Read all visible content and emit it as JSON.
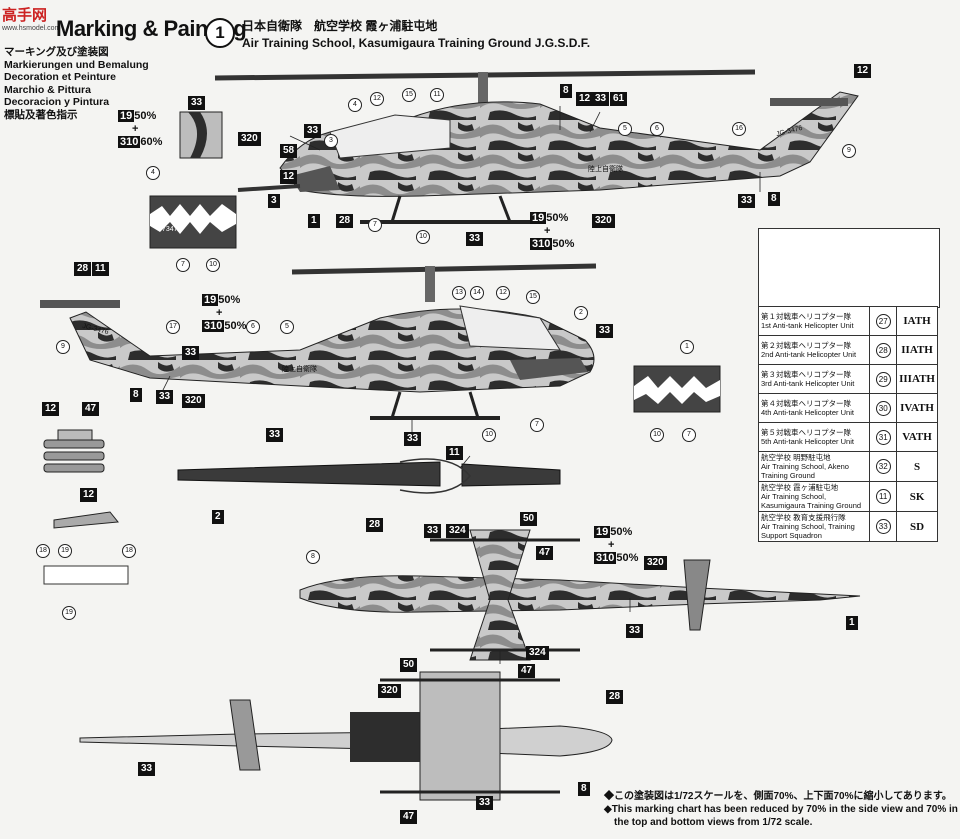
{
  "header": {
    "logo_text": "高手网",
    "logo_sub": "www.hsmodel.com",
    "title": "Marking & Painting",
    "languages": [
      "マーキング及び塗装図",
      "Markierungen und Bemalung",
      "Decoration et Peinture",
      "Marchio & Pittura",
      "Decoracion y Pintura",
      "標貼及著色指示"
    ],
    "scheme_number": "1",
    "scheme_title_jp": "日本自衛隊　航空学校 霞ヶ浦駐屯地",
    "scheme_title_en": "Air Training School, Kasumigaura Training Ground J.G.S.D.F."
  },
  "colors": {
    "camo_dark": "#2d2d2d",
    "camo_mid": "#8d8d8d",
    "camo_light": "#c9c9c9",
    "shark_mouth": "#5a5a5a",
    "ink": "#111111"
  },
  "color_mixes": {
    "top_left": {
      "a_code": "19",
      "a_pct": "50%",
      "plus": "+",
      "b_code": "310",
      "b_pct": "60%"
    },
    "side_upper": {
      "a_code": "19",
      "a_pct": "50%",
      "plus": "+",
      "b_code": "310",
      "b_pct": "50%"
    },
    "side_lower": {
      "a_code": "19",
      "a_pct": "50%",
      "plus": "+",
      "b_code": "310",
      "b_pct": "50%"
    },
    "plan_view": {
      "a_code": "19",
      "a_pct": "50%",
      "plus": "+",
      "b_code": "310",
      "b_pct": "50%"
    }
  },
  "callouts": {
    "c33": "33",
    "c320": "320",
    "c58": "58",
    "c12": "12",
    "c3": "3",
    "c1": "1",
    "c28": "28",
    "c8": "8",
    "c61": "61",
    "c2": "2",
    "c11": "11",
    "c47": "47",
    "c50": "50",
    "c324": "324"
  },
  "markings": {
    "serial": "JG-3476",
    "serial_side": "73476",
    "tail_text": "JG-3476",
    "fuselage_text": "陸上自衛隊"
  },
  "circle_refs": [
    "1",
    "2",
    "3",
    "4",
    "5",
    "6",
    "7",
    "8",
    "9",
    "10",
    "11",
    "12",
    "13",
    "14",
    "15",
    "16",
    "17",
    "18",
    "19"
  ],
  "units": [
    {
      "jp": "第１対戦車ヘリコプター隊",
      "en": "1st Anti-tank Helicopter Unit",
      "num": "27",
      "code": "IATH"
    },
    {
      "jp": "第２対戦車ヘリコプター隊",
      "en": "2nd Anti-tank Helicopter Unit",
      "num": "28",
      "code": "IIATH"
    },
    {
      "jp": "第３対戦車ヘリコプター隊",
      "en": "3rd Anti-tank Helicopter Unit",
      "num": "29",
      "code": "IIIATH"
    },
    {
      "jp": "第４対戦車ヘリコプター隊",
      "en": "4th Anti-tank Helicopter Unit",
      "num": "30",
      "code": "IVATH"
    },
    {
      "jp": "第５対戦車ヘリコプター隊",
      "en": "5th Anti-tank Helicopter Unit",
      "num": "31",
      "code": "VATH"
    },
    {
      "jp": "航空学校 明野駐屯地",
      "en": "Air Training School, Akeno Training Ground",
      "num": "32",
      "code": "S"
    },
    {
      "jp": "航空学校 霞ヶ浦駐屯地",
      "en": "Air Training School, Kasumigaura Training Ground",
      "num": "11",
      "code": "SK"
    },
    {
      "jp": "航空学校 教育支援飛行隊",
      "en": "Air Training School, Training Support Squadron",
      "num": "33",
      "code": "SD"
    }
  ],
  "footnote": {
    "jp": "◆この塗装図は1/72スケールを、側面70%、上下面70%に縮小してあります。",
    "en1": "◆This marking chart has been reduced by 70% in the side view and 70% in",
    "en2": "the top and bottom views from 1/72 scale."
  }
}
